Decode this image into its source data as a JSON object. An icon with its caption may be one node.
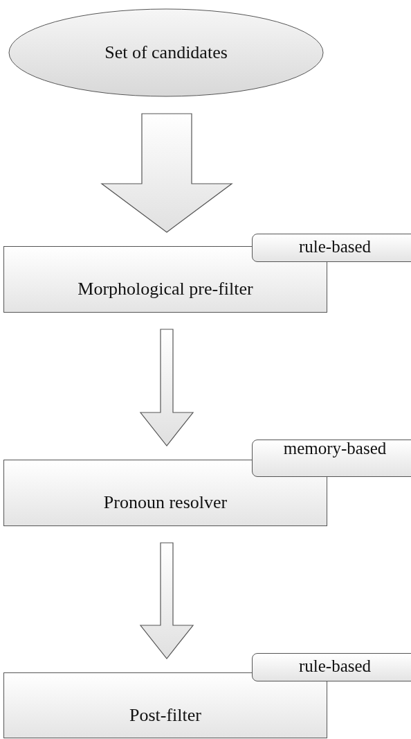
{
  "diagram": {
    "nodes": [
      {
        "text": [
          "Set of candidates"
        ]
      },
      {
        "text": [
          "rule-based"
        ]
      },
      {
        "text": [
          "Morphological pre-filter"
        ]
      },
      {
        "text": [
          "memory-based"
        ]
      },
      {
        "text": [
          "Pronoun resolver"
        ]
      },
      {
        "text": [
          "rule-based"
        ]
      },
      {
        "text": [
          "Post-filter"
        ]
      }
    ],
    "edges": [
      {
        "from": 0,
        "to": 2,
        "arrow": "to",
        "style": "thick"
      },
      {
        "from": 2,
        "to": 4,
        "arrow": "to"
      },
      {
        "from": 4,
        "to": 6,
        "arrow": "to"
      }
    ]
  }
}
